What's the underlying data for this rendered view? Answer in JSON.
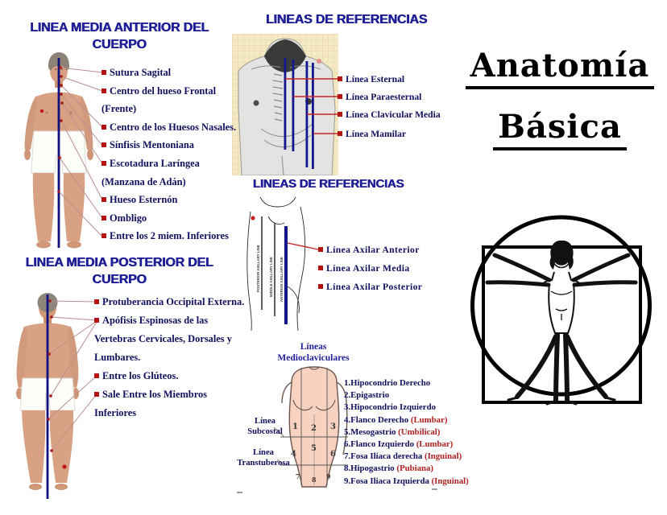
{
  "colors": {
    "title_navy": "#1e1e96",
    "label_navy": "#10105e",
    "bullet_red": "#b51212",
    "paren_red": "#b02020",
    "midline_blue": "#10107e",
    "skin": "#d9a183",
    "chest_bg_beige": "#f5e8c4"
  },
  "left": {
    "anterior": {
      "title": "LINEA MEDIA ANTERIOR DEL CUERPO",
      "lines": [
        "Sutura Sagital",
        "Centro del hueso Frontal",
        "(Frente)",
        "Centro de los Huesos Nasales.",
        "Sínfisis Mentoniana",
        "Escotadura Laríngea",
        "(Manzana de Adán)",
        "Hueso Esternón",
        "Ombligo",
        "Entre los 2 miem. Inferiores"
      ]
    },
    "posterior": {
      "title": "LINEA MEDIA POSTERIOR DEL CUERPO",
      "lines": [
        "Protuberancia Occipital Externa.",
        "Apófisis Espinosas de las",
        "Vertebras Cervicales, Dorsales y",
        "Lumbares.",
        "Entre los Glúteos.",
        "Sale Entre los Miembros",
        "Inferiores"
      ]
    }
  },
  "middle": {
    "ref1": {
      "title": "LINEAS DE REFERENCIAS",
      "labels": [
        "Línea Esternal",
        "Línea Paraesternal",
        "Línea Clavicular Media",
        "Línea Mamilar"
      ]
    },
    "ref2": {
      "title": "LINEAS DE REFERENCIAS",
      "labels": [
        "Línea Axilar Anterior",
        "Línea Axilar Media",
        "Línea Axilar Posterior"
      ],
      "rotated": [
        "POSTERIOR AXILLARY LINE",
        "MIDDLE AXILLARY LINE",
        "ANTERIOR AXILLARY LINE"
      ]
    },
    "midclavicular": {
      "title": "Líneas Medioclaviculares",
      "left_labels": [
        "Línea Subcostal",
        "Línea Transtuberosa"
      ],
      "regions": [
        "1",
        "2",
        "3",
        "4",
        "5",
        "6",
        "7",
        "8",
        "9"
      ],
      "list": [
        {
          "main": "1.Hipocondrio Derecho",
          "paren": ""
        },
        {
          "main": "2.Epigastrio",
          "paren": ""
        },
        {
          "main": "3.Hipocondrio Izquierdo",
          "paren": ""
        },
        {
          "main": "4.Flanco Derecho ",
          "paren": "(Lumbar)"
        },
        {
          "main": "5.Mesogastrio ",
          "paren": "(Umbilical)"
        },
        {
          "main": "6.Flanco Izquierdo ",
          "paren": "(Lumbar)"
        },
        {
          "main": "7.Fosa Iliaca derecha ",
          "paren": "(Inguinal)"
        },
        {
          "main": "8.Hipogastrio ",
          "paren": "(Pubiana)"
        },
        {
          "main": "9.Fosa Iliaca Izquierda ",
          "paren": "(Inguinal)"
        }
      ]
    }
  },
  "right": {
    "title_line1": "Anatomía",
    "title_line2": "Básica"
  }
}
